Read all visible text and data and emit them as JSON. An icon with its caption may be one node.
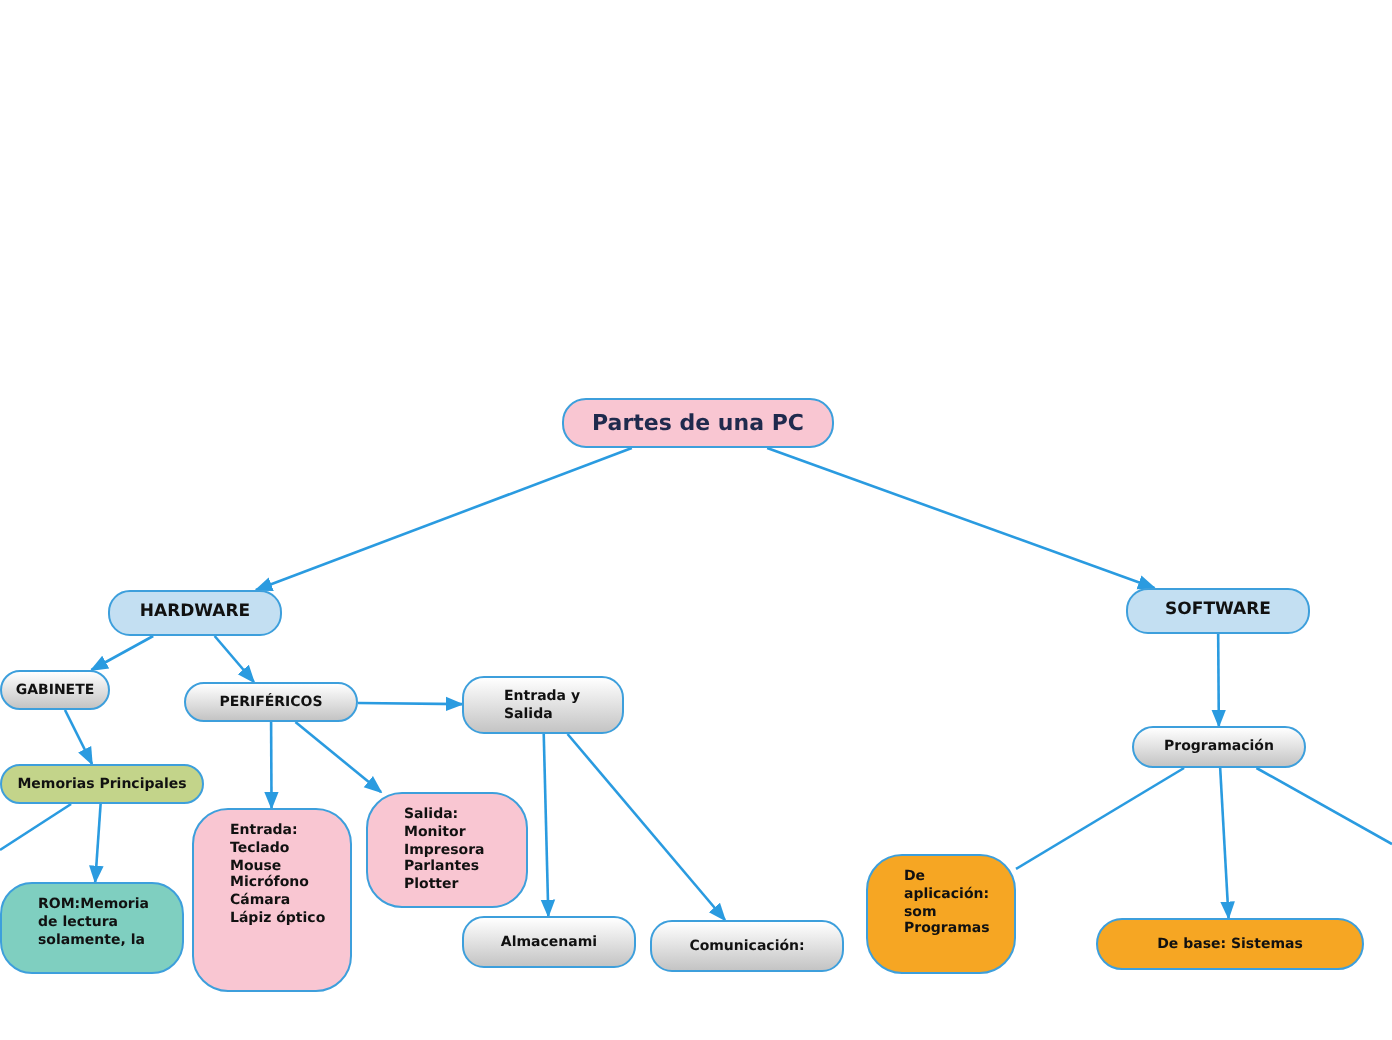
{
  "diagram": {
    "nodes": [
      {
        "text": [
          "Partes de una PC"
        ]
      },
      {
        "text": [
          "HARDWARE"
        ]
      },
      {
        "text": [
          "SOFTWARE"
        ]
      },
      {
        "text": [
          "GABINETE"
        ]
      },
      {
        "text": [
          "PERIFÉRICOS"
        ]
      },
      {
        "text": [
          "Entrada y Salida"
        ]
      },
      {
        "text": [
          "Memorias Principales"
        ]
      },
      {
        "text": [
          "ROM:Memoria de lectura solamente, la"
        ]
      },
      {
        "text": [
          "Entrada: Teclado Mouse Micrófono Cámara Lápiz óptico"
        ]
      },
      {
        "text": [
          "Salida: Monitor Impresora Parlantes Plotter"
        ]
      },
      {
        "text": [
          "Almacenami"
        ]
      },
      {
        "text": [
          "Comunicación:"
        ]
      },
      {
        "text": [
          "Programación"
        ]
      },
      {
        "text": [
          "De aplicación: som Programas"
        ]
      },
      {
        "text": [
          "De base: Sistemas"
        ]
      }
    ],
    "edges": [
      {
        "from": 0,
        "to": 1,
        "arrow": "to"
      },
      {
        "from": 0,
        "to": 2,
        "arrow": "to"
      },
      {
        "from": 1,
        "to": 3,
        "arrow": "to"
      },
      {
        "from": 1,
        "to": 4,
        "arrow": "to"
      },
      {
        "from": 3,
        "to": 6,
        "arrow": "to"
      },
      {
        "from": 6,
        "to": null,
        "arrow": "none"
      },
      {
        "from": 6,
        "to": 7,
        "arrow": "to"
      },
      {
        "from": 4,
        "to": 8,
        "arrow": "to"
      },
      {
        "from": 4,
        "to": 9,
        "arrow": "to"
      },
      {
        "from": 4,
        "to": 5,
        "arrow": "to"
      },
      {
        "from": 5,
        "to": 10,
        "arrow": "to"
      },
      {
        "from": 5,
        "to": 11,
        "arrow": "to"
      },
      {
        "from": 2,
        "to": 12,
        "arrow": "to"
      },
      {
        "from": 12,
        "to": 13,
        "arrow": "none"
      },
      {
        "from": 12,
        "to": 14,
        "arrow": "to"
      },
      {
        "from": 12,
        "to": null,
        "arrow": "none"
      }
    ]
  }
}
